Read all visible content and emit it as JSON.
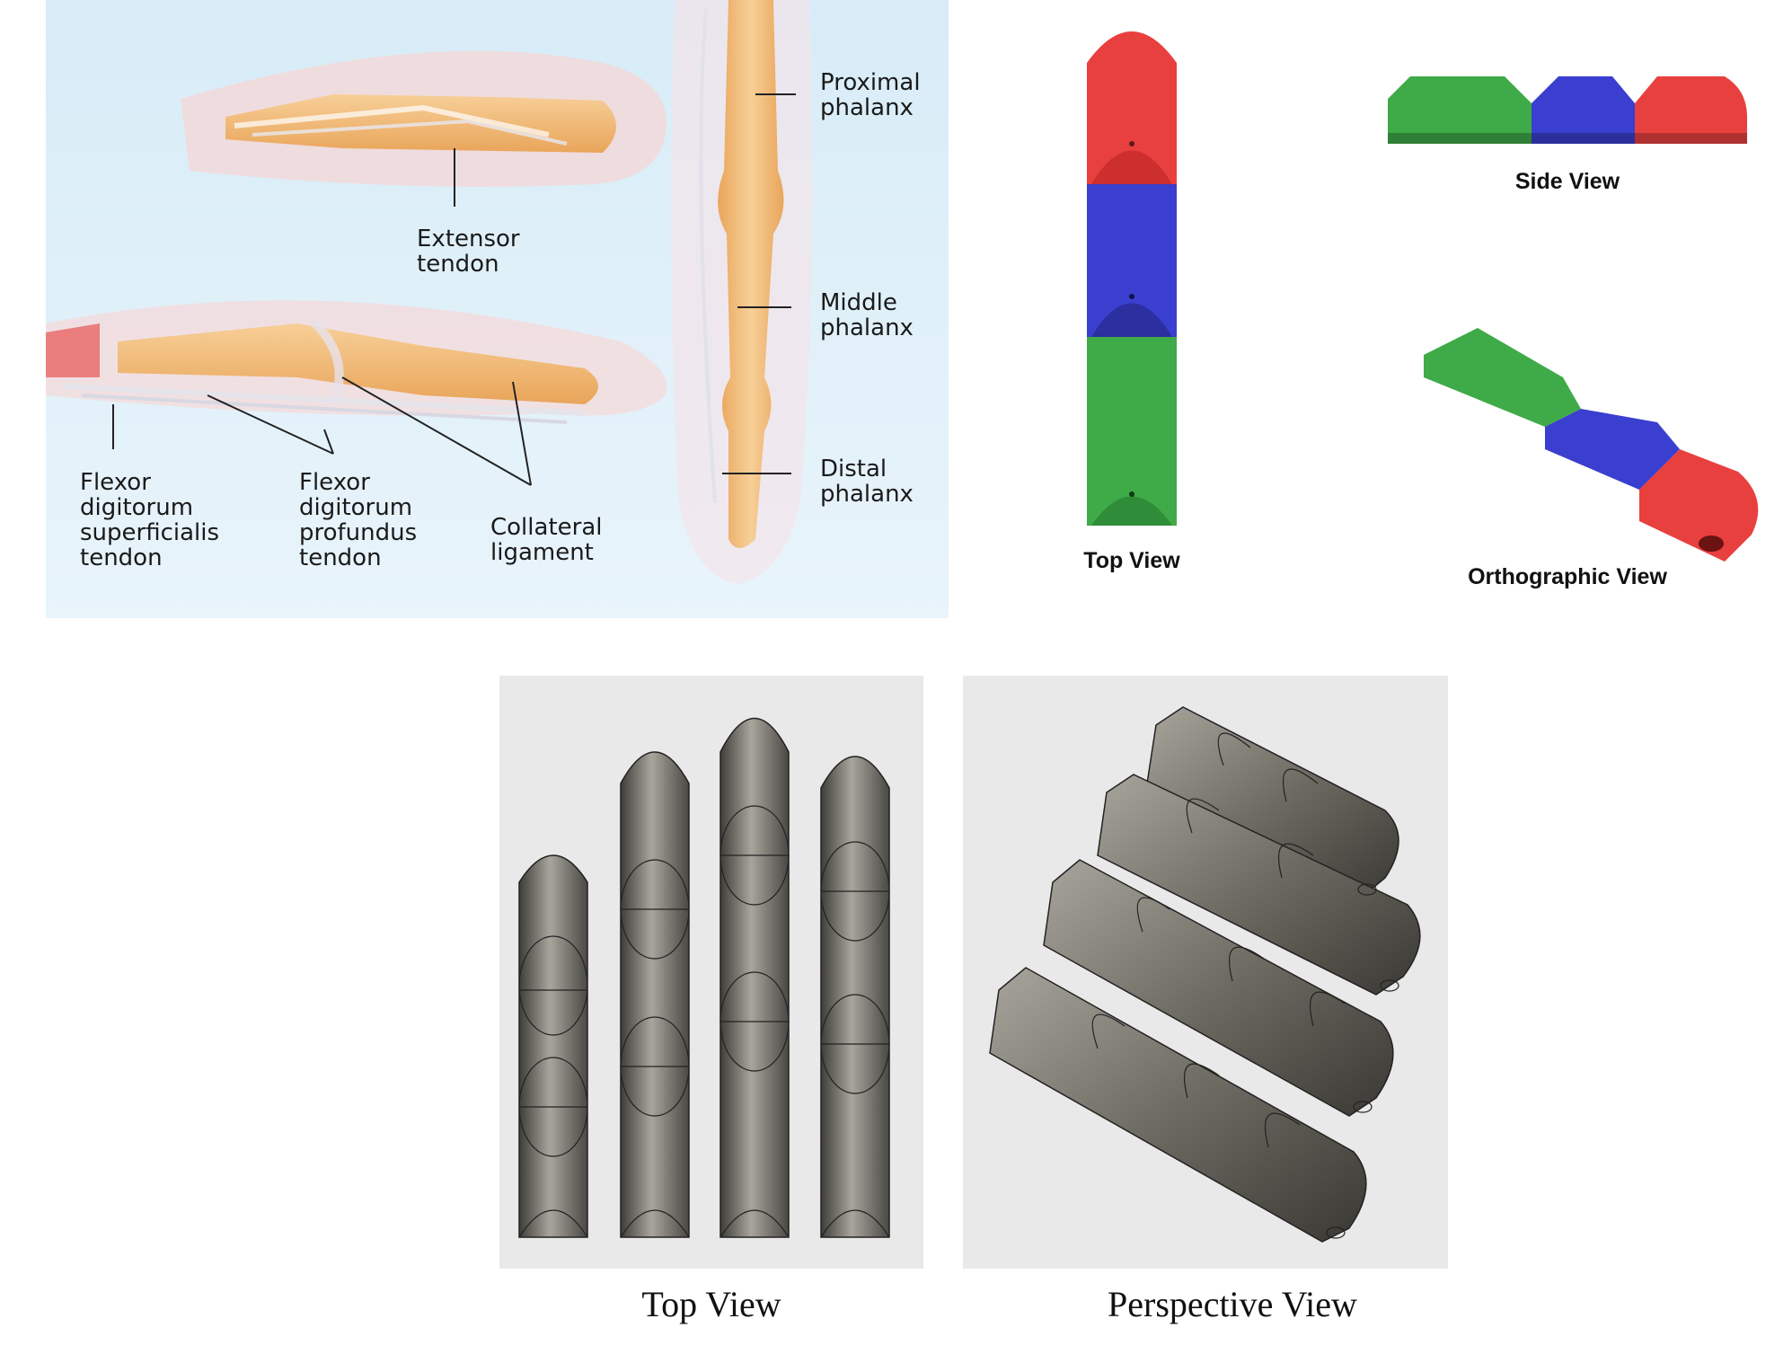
{
  "anatomy": {
    "labels": {
      "extensor_tendon": "Extensor\ntendon",
      "proximal_phalanx": "Proximal\nphalanx",
      "middle_phalanx": "Middle\nphalanx",
      "distal_phalanx": "Distal\nphalanx",
      "flexor_superficialis": "Flexor\ndigitorum\nsuperficialis\ntendon",
      "flexor_profundus": "Flexor\ndigitorum\nprofundus\ntendon",
      "collateral_ligament": "Collateral\nligament"
    }
  },
  "colored_model": {
    "top_view_label": "Top View",
    "side_view_label": "Side View",
    "ortho_view_label": "Orthographic View",
    "colors": {
      "red": "#e8403f",
      "blue": "#3a3fd0",
      "green": "#3faa48"
    }
  },
  "metal_model": {
    "top_view_label": "Top View",
    "perspective_view_label": "Perspective View",
    "colors": {
      "metal_dark": "#4a4843",
      "metal_light": "#a8a59c",
      "panel_bg": "#e9e9e9"
    }
  }
}
